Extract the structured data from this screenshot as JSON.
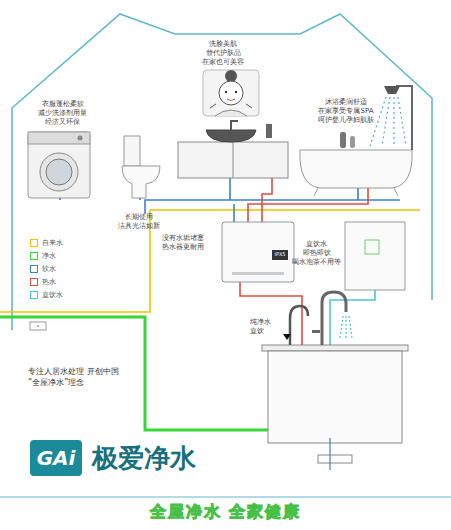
{
  "diagram": {
    "title": "极爱净水",
    "caption": "全屋净水 全家健康",
    "nodes": [
      {
        "text": [
          "IPX5"
        ]
      },
      {
        "text": [
          "GAi"
        ]
      }
    ],
    "labels": [
      "衣服蓬松柔软 减少洗涤剂用量 经济又环保",
      "洗脸美肌 替代护肤品 在家也可美容",
      "沐浴柔润舒适 在家享受专属SPA 呵护婴儿孕妇肌肤",
      "长期使用 洁具光洁如新",
      "没有水垢堵塞 热水器更耐用",
      "直饮水 即热即饮 喝水泡茶不用等",
      "纯净水 直饮",
      "专注人居水处理 开创中国“全屋净水”理念"
    ],
    "legend": [
      {
        "text": "自来水",
        "color": "#f2c200"
      },
      {
        "text": "净水",
        "color": "#36d636"
      },
      {
        "text": "软水",
        "color": "#3d7fd9"
      },
      {
        "text": "热水",
        "color": "#e84a3c"
      },
      {
        "text": "直饮水",
        "color": "#49c8d8"
      }
    ]
  }
}
